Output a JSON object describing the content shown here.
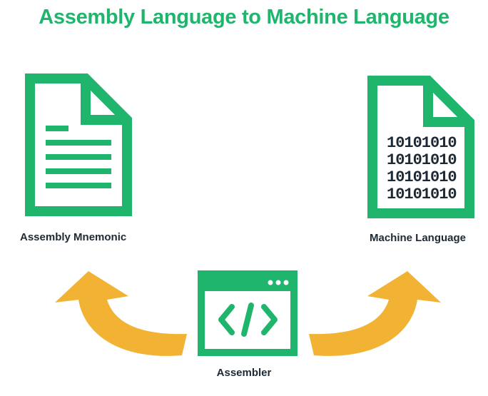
{
  "title": "Assembly Language to Machine Language",
  "left_doc": {
    "label": "Assembly Mnemonic",
    "icon": "text-document-icon"
  },
  "right_doc": {
    "label": "Machine Language",
    "icon": "binary-document-icon",
    "binary_lines": [
      "10101010",
      "10101010",
      "10101010",
      "10101010"
    ]
  },
  "center": {
    "label": "Assembler",
    "icon": "code-window-icon"
  },
  "arrows": [
    "curved-arrow-left-icon",
    "curved-arrow-right-icon"
  ],
  "colors": {
    "accent_green": "#1fb56d",
    "arrow_yellow": "#f2b234",
    "text_dark": "#1d2a36"
  }
}
